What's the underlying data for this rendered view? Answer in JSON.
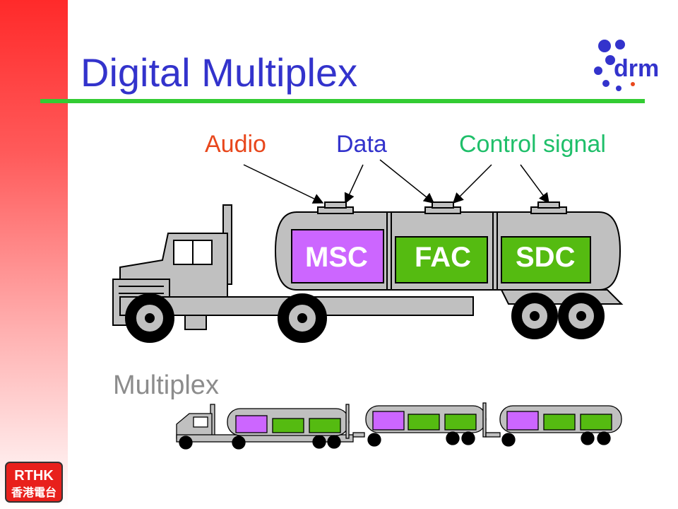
{
  "slide": {
    "title": "Digital Multiplex",
    "subtitle": "Multiplex"
  },
  "labels": {
    "audio": "Audio",
    "data": "Data",
    "control": "Control signal"
  },
  "tanks": {
    "msc": "MSC",
    "fac": "FAC",
    "sdc": "SDC"
  },
  "logos": {
    "drm": "drm",
    "rthk_latin": "RTHK",
    "rthk_chinese": "香港電台"
  },
  "colors": {
    "title": "#3333cc",
    "rule": "#33cc33",
    "audio": "#e8471c",
    "data": "#3333cc",
    "control": "#1fbf6a",
    "msc_fill": "#cc66ff",
    "fac_fill": "#55bb11",
    "sdc_fill": "#55bb11",
    "truck_body": "#c0c0c0",
    "sidebar_top": "#ff2a2a"
  },
  "icons": {
    "arrows": "arrow-icon",
    "truck": "truck-icon",
    "drm_logo": "drm-logo-icon",
    "rthk_logo": "rthk-logo-icon"
  }
}
